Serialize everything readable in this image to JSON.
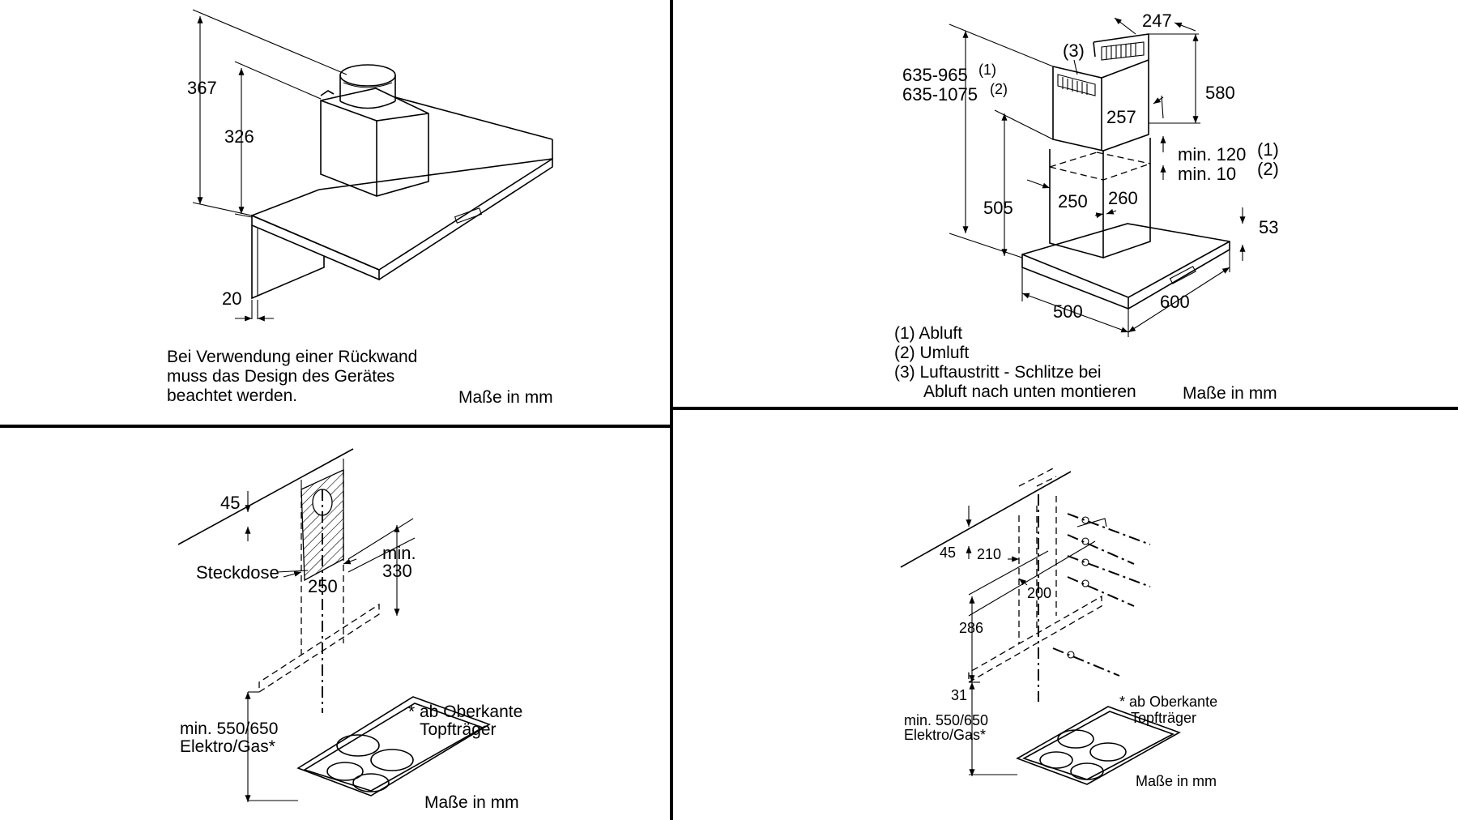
{
  "panel_tl": {
    "dims": {
      "d367": "367",
      "d326": "326",
      "d20": "20"
    },
    "note": [
      "Bei Verwendung einer Rückwand",
      "muss das Design des Gerätes",
      "beachtet werden."
    ],
    "units": "Maße in mm"
  },
  "panel_tr": {
    "dims": {
      "d247": "247",
      "d3": "(3)",
      "d635a": "635-965",
      "d635a_ref": "(1)",
      "d635b": "635-1075",
      "d635b_ref": "(2)",
      "d580": "580",
      "d257": "257",
      "min120": "min. 120",
      "min120_ref": "(1)",
      "min10": "min. 10",
      "min10_ref": "(2)",
      "d505": "505",
      "d250": "250",
      "d260": "260",
      "d53": "53",
      "d500": "500",
      "d600": "600"
    },
    "legend": [
      "(1) Abluft",
      "(2) Umluft",
      "(3) Luftaustritt - Schlitze bei",
      "Abluft nach unten montieren"
    ],
    "units": "Maße in mm"
  },
  "panel_bl": {
    "dims": {
      "d45": "45",
      "steckdose": "Steckdose",
      "d250": "250",
      "min": "min.",
      "d330": "330"
    },
    "min_height": [
      "min. 550/650",
      "Elektro/Gas*"
    ],
    "footnote": [
      "* ab Oberkante",
      "Topfträger"
    ],
    "units": "Maße in mm"
  },
  "panel_br": {
    "dims": {
      "d45": "45",
      "d210": "210",
      "d200": "200",
      "d286": "286",
      "d31": "31"
    },
    "min_height": [
      "min. 550/650",
      "Elektro/Gas*"
    ],
    "footnote": [
      "* ab Oberkante",
      "Topfträger"
    ],
    "units": "Maße in mm"
  }
}
